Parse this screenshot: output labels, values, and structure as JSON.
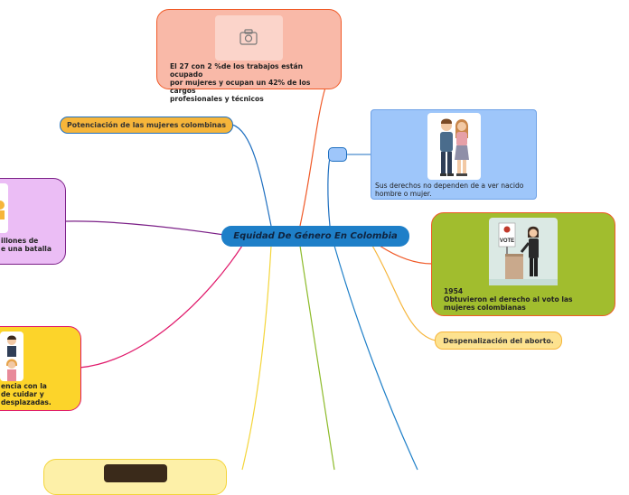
{
  "central": {
    "label": "Equidad De Género En Colombia"
  },
  "topics": {
    "jobs": {
      "text": "El 27 con 2 %de los trabajos están ocupado\npor mujeres y ocupan un 42% de los cargos\nprofesionales y técnicos",
      "image_icon": "camera-icon"
    },
    "potenciacion": {
      "label": "Potenciación de las mujeres colombinas"
    },
    "derechos": {
      "text": "Sus derechos no dependen de a ver nacido\nhombre o mujer."
    },
    "voto": {
      "text": "1954\nObtuvieron el derecho al voto las\nmujeres colombianas",
      "ballot_label": "VOTE"
    },
    "aborto": {
      "label": "Despenalización del aborto."
    },
    "millones": {
      "text": "illones de\ne una batalla"
    },
    "violencia": {
      "text": "encia con la\nde cuidar y\ndesplazadas."
    }
  },
  "colors": {
    "central": "#1e7fc8",
    "jobs": "#f9b9a8",
    "potenciacion": "#f6b53a",
    "derechos": "#9ec6fa",
    "voto": "#a1bd2e",
    "aborto": "#fde28f",
    "millones": "#ebbdf5",
    "violencia": "#fcd42a"
  }
}
